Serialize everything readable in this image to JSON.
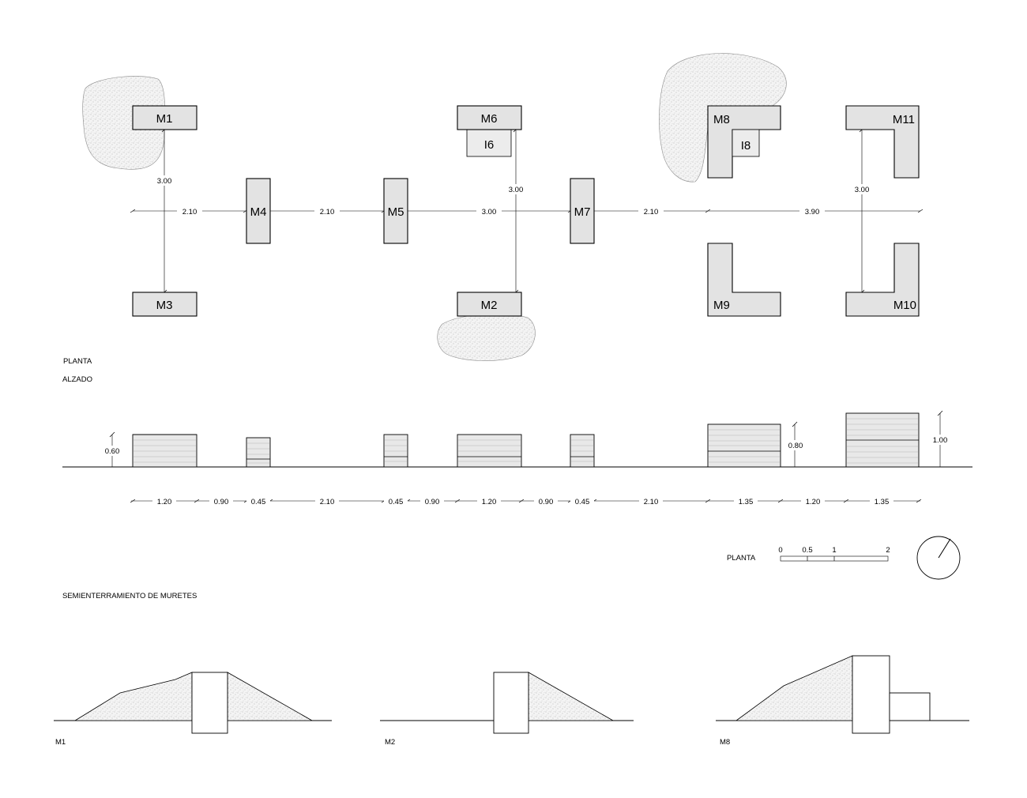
{
  "labels": {
    "planta": "PLANTA",
    "alzado": "ALZADO",
    "semienterramiento": "SEMIENTERRAMIENTO DE MURETES",
    "scale_planta": "PLANTA"
  },
  "blocks": {
    "m1": "M1",
    "m2": "M2",
    "m3": "M3",
    "m4": "M4",
    "m5": "M5",
    "m6": "M6",
    "m7": "M7",
    "m8": "M8",
    "m9": "M9",
    "m10": "M10",
    "m11": "M11",
    "i6": "I6",
    "i8": "I8"
  },
  "plan_dims": {
    "v_m1_m3": "3.00",
    "v_m6_m2": "3.00",
    "v_m11_m10": "3.00",
    "h1": "2.10",
    "h2": "2.10",
    "h3": "3.00",
    "h4": "2.10",
    "h5": "3.90"
  },
  "elev_dims": {
    "h_060": "0.60",
    "h_080": "0.80",
    "h_100": "1.00"
  },
  "bottom_dims": [
    "1.20",
    "0.90",
    "0.45",
    "2.10",
    "0.45",
    "0.90",
    "1.20",
    "0.90",
    "0.45",
    "2.10",
    "1.35",
    "1.20",
    "1.35"
  ],
  "scale_bar": {
    "t0": "0",
    "t05": "0.5",
    "t1": "1",
    "t2": "2"
  },
  "sections": {
    "m1": "M1",
    "m2": "M2",
    "m8": "M8"
  }
}
